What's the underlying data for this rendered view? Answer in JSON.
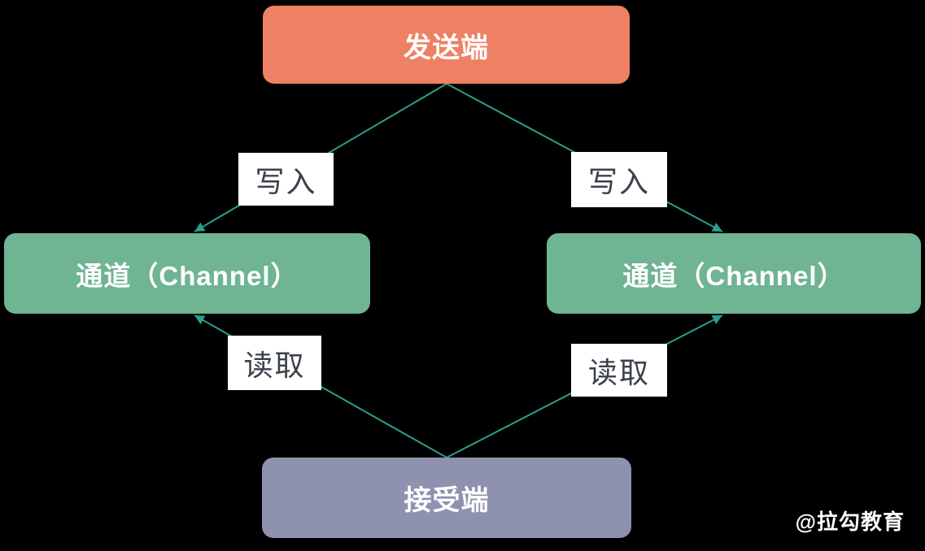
{
  "diagram": {
    "nodes": {
      "sender": {
        "label": "发送端"
      },
      "channel_left": {
        "label": "通道（Channel）"
      },
      "channel_right": {
        "label": "通道（Channel）"
      },
      "receiver": {
        "label": "接受端"
      }
    },
    "edges": [
      {
        "from": "sender",
        "to": "channel_left",
        "label": "写入"
      },
      {
        "from": "sender",
        "to": "channel_right",
        "label": "写入"
      },
      {
        "from": "receiver",
        "to": "channel_left",
        "label": "读取"
      },
      {
        "from": "receiver",
        "to": "channel_right",
        "label": "读取"
      }
    ]
  },
  "watermark": {
    "text": "@拉勾教育"
  },
  "colors": {
    "background": "#000000",
    "sender_box": "#EE8163",
    "channel_box": "#6FB493",
    "receiver_box": "#8E92AF",
    "connector": "#29A08E",
    "edge_label_bg": "#FFFFFF",
    "edge_label_text": "#3B414A",
    "node_text": "#FFFFFF",
    "watermark_text": "#FFFFFF"
  }
}
